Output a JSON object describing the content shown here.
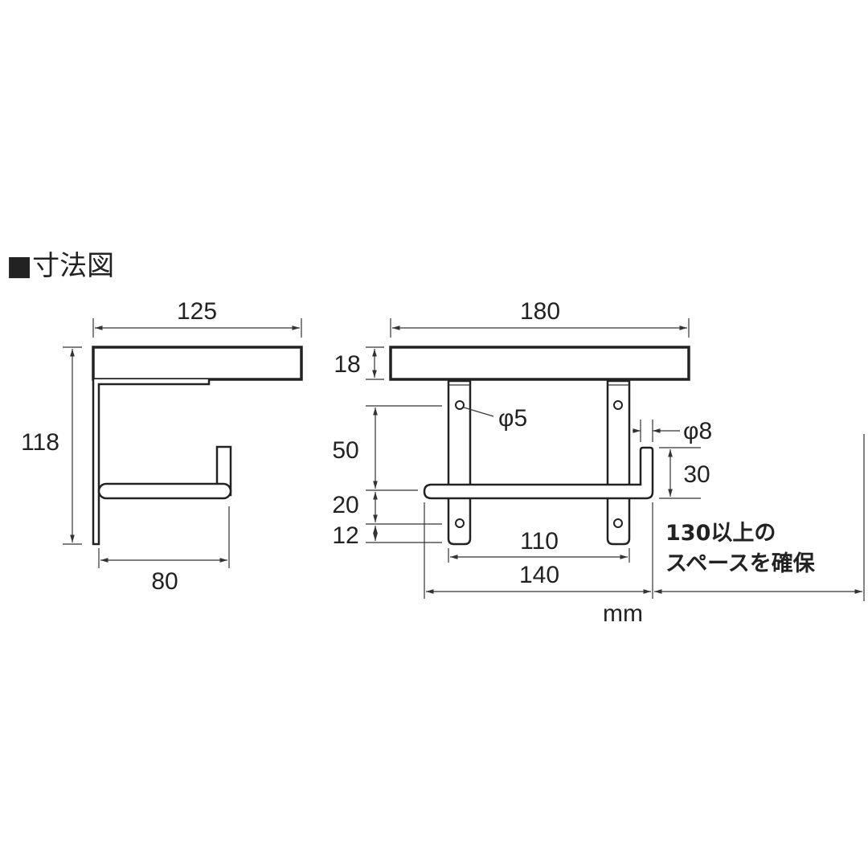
{
  "title": "■寸法図",
  "unit": "mm",
  "side_view": {
    "width_label": "125",
    "height_label": "118",
    "depth_label": "80"
  },
  "front_view": {
    "width_label": "180",
    "shelf_thickness_label": "18",
    "hole_spacing_label": "50",
    "bar_offset_label": "20",
    "bottom_hole_label": "12",
    "hole_diameter_label": "φ5",
    "bar_diameter_label": "φ8",
    "hook_height_label": "30",
    "bracket_spacing_label": "110",
    "bar_length_label": "140"
  },
  "clearance_note": {
    "line1": "130以上の",
    "line2": "スペースを確保"
  }
}
